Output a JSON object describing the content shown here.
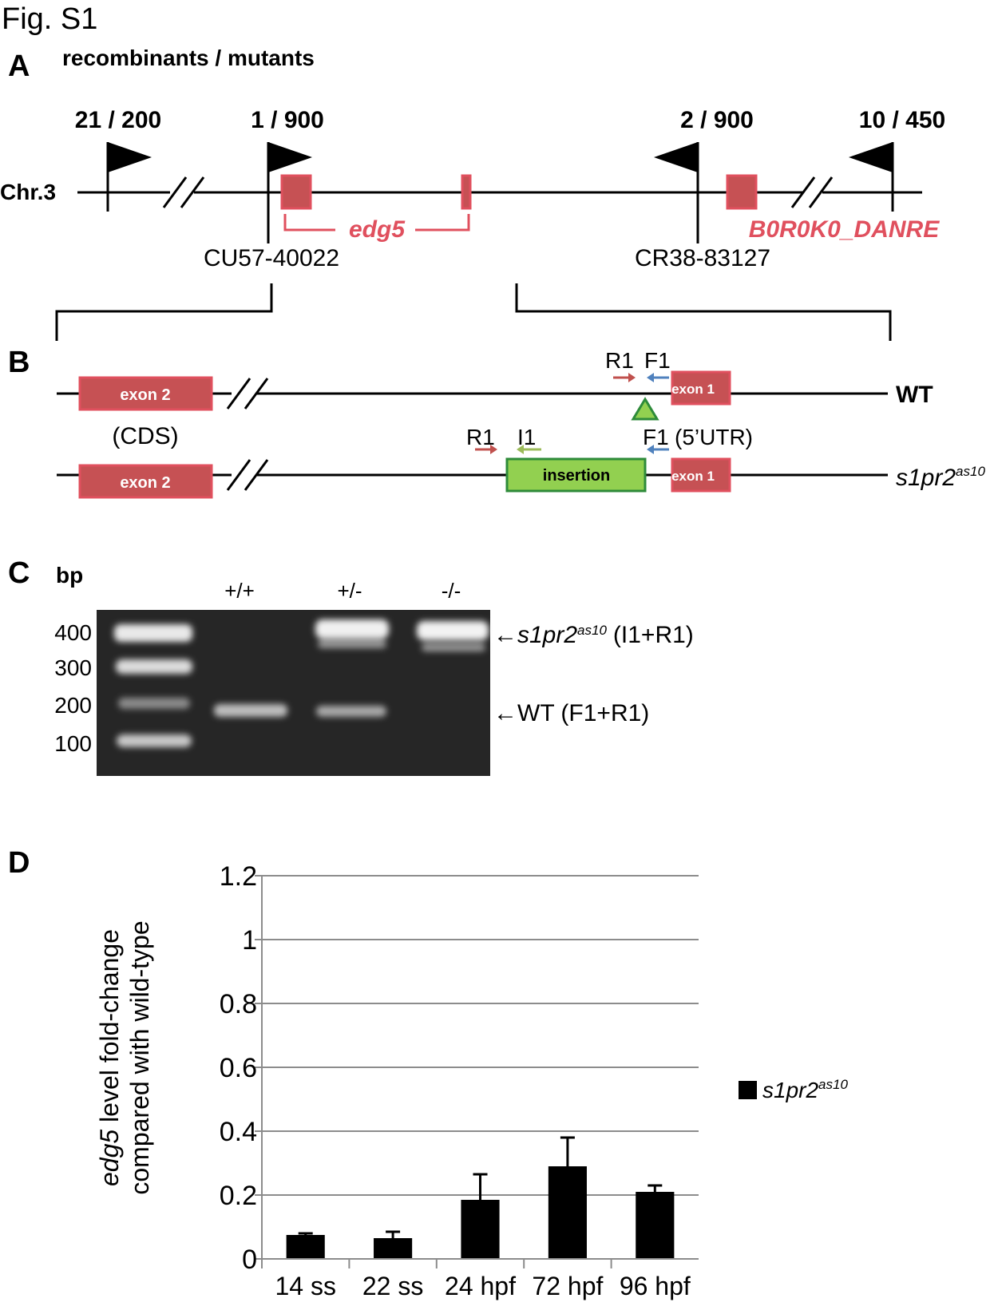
{
  "figure": {
    "title": "Fig. S1"
  },
  "panel_a": {
    "letter": "A",
    "heading": "recombinants / mutants",
    "chromosome": "Chr.3",
    "marker_counts": [
      "21 / 200",
      "1 / 900",
      "2 / 900",
      "10 / 450"
    ],
    "marker_left_name": "CU57-40022",
    "marker_right_name": "CR38-83127",
    "gene_1": "edg5",
    "gene_2": "B0R0K0_DANRE",
    "gene_color": "#e0505e",
    "box_color": "#c65154"
  },
  "panel_b": {
    "letter": "B",
    "wt_label": "WT",
    "mutant_label_main": "s1pr2",
    "mutant_label_sup": "as10",
    "exon2_label": "exon 2",
    "exon1_label": "exon 1",
    "cds_label": "(CDS)",
    "insertion_label": "insertion",
    "primer_r1": "R1",
    "primer_f1": "F1",
    "primer_i1": "I1",
    "utr_label": "(5’UTR)",
    "primer_colors": {
      "r1": "#c0504d",
      "f1": "#4f81bd",
      "i1": "#9bbb59"
    },
    "insertion_fill": "#92d050",
    "insertion_stroke": "#2e8b3a"
  },
  "panel_c": {
    "letter": "C",
    "unit": "bp",
    "ladder": [
      "400",
      "300",
      "200",
      "100"
    ],
    "lanes": [
      "+/+",
      "+/-",
      "-/-"
    ],
    "band_mut_main": "s1pr2",
    "band_mut_sup": "as10",
    "band_mut_primers": "(I1+R1)",
    "band_wt": "WT (F1+R1)",
    "arrow_glyph": "←"
  },
  "panel_d": {
    "letter": "D",
    "ylabel_italic": "edg5",
    "ylabel_rest": " level fold-change",
    "ylabel_line2": "compared with wild-type"
  },
  "chart_data": {
    "type": "bar",
    "categories": [
      "14 ss",
      "22 ss",
      "24 hpf",
      "72 hpf",
      "96 hpf"
    ],
    "series": [
      {
        "name": "s1pr2as10",
        "values": [
          0.075,
          0.065,
          0.185,
          0.29,
          0.21
        ],
        "errors": [
          0.005,
          0.02,
          0.08,
          0.09,
          0.02
        ]
      }
    ],
    "legend_main": "s1pr2",
    "legend_sup": "as10",
    "legend_position": "right",
    "ylim": [
      0,
      1.2
    ],
    "yticks": [
      "0",
      "0.2",
      "0.4",
      "0.6",
      "0.8",
      "1",
      "1.2"
    ],
    "ytick_values": [
      0,
      0.2,
      0.4,
      0.6,
      0.8,
      1.0,
      1.2
    ],
    "grid": true,
    "bar_color": "#000000",
    "grid_color": "#8c8c8c"
  }
}
